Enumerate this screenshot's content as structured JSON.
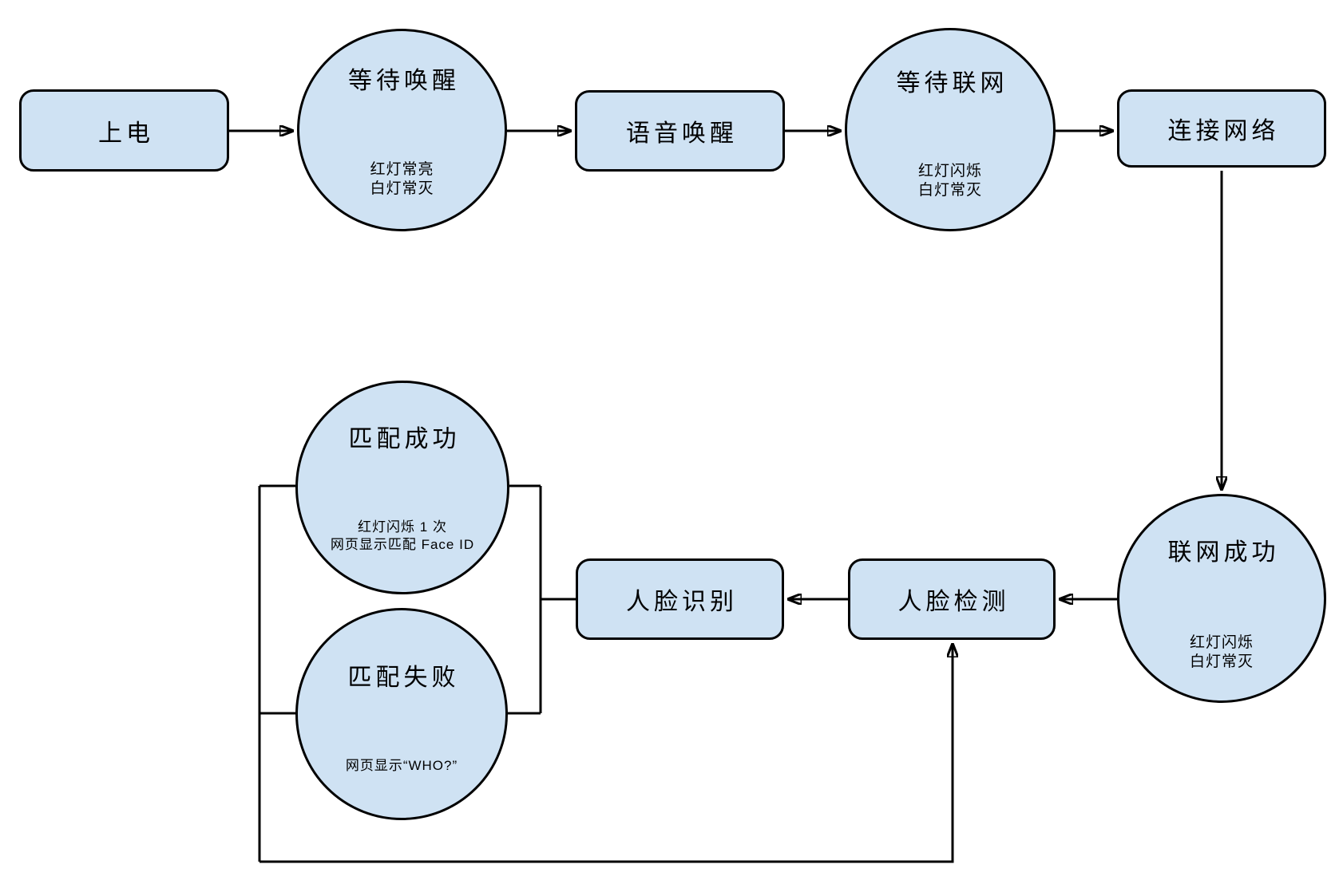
{
  "colors": {
    "background": "#ffffff",
    "node_fill": "#cfe2f3",
    "node_border": "#000000",
    "connector": "#000000",
    "text": "#000000"
  },
  "nodes": {
    "power_on": {
      "shape": "rounded-rect",
      "label": "上电"
    },
    "wait_wake": {
      "shape": "circle",
      "label": "等待唤醒",
      "sub1": "红灯常亮",
      "sub2": "白灯常灭"
    },
    "voice_wake": {
      "shape": "rounded-rect",
      "label": "语音唤醒"
    },
    "wait_network": {
      "shape": "circle",
      "label": "等待联网",
      "sub1": "红灯闪烁",
      "sub2": "白灯常灭"
    },
    "connect_network": {
      "shape": "rounded-rect",
      "label": "连接网络"
    },
    "network_ok": {
      "shape": "circle",
      "label": "联网成功",
      "sub1": "红灯闪烁",
      "sub2": "白灯常灭"
    },
    "face_detect": {
      "shape": "rounded-rect",
      "label": "人脸检测"
    },
    "face_recognize": {
      "shape": "rounded-rect",
      "label": "人脸识别"
    },
    "match_success": {
      "shape": "circle",
      "label": "匹配成功",
      "sub1": "红灯闪烁 1 次",
      "sub2": "网页显示匹配 Face ID"
    },
    "match_fail": {
      "shape": "circle",
      "label": "匹配失败",
      "sub1": "网页显示“WHO?”"
    }
  },
  "edges": [
    {
      "from": "上电",
      "to": "等待唤醒",
      "arrow": true
    },
    {
      "from": "等待唤醒",
      "to": "语音唤醒",
      "arrow": true
    },
    {
      "from": "语音唤醒",
      "to": "等待联网",
      "arrow": true
    },
    {
      "from": "等待联网",
      "to": "连接网络",
      "arrow": true
    },
    {
      "from": "连接网络",
      "to": "联网成功",
      "arrow": true
    },
    {
      "from": "联网成功",
      "to": "人脸检测",
      "arrow": true
    },
    {
      "from": "人脸检测",
      "to": "人脸识别",
      "arrow": true
    },
    {
      "from": "人脸识别",
      "to": "匹配成功",
      "arrow": false
    },
    {
      "from": "人脸识别",
      "to": "匹配失败",
      "arrow": false
    },
    {
      "from": "匹配成功",
      "to": "人脸检测",
      "arrow": true
    },
    {
      "from": "匹配失败",
      "to": "人脸检测",
      "arrow": true
    }
  ]
}
